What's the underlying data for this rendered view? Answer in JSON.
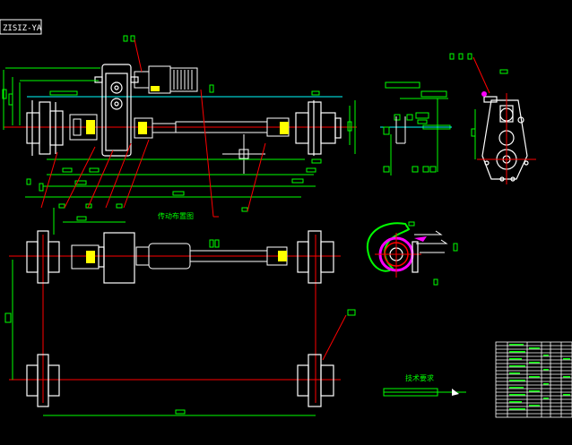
{
  "drawing": {
    "title_box_text": "ZISIZ-YA",
    "label_transmission_layout": "传动布置图",
    "label_technical_requirements": "技术要求"
  },
  "colors": {
    "background": "#000000",
    "outline": "#ffffff",
    "dimension": "#00ff00",
    "centerline": "#ff0000",
    "leader": "#ff0000",
    "accent_yellow": "#ffff00",
    "accent_magenta": "#ff00ff",
    "accent_cyan": "#00ffff"
  }
}
